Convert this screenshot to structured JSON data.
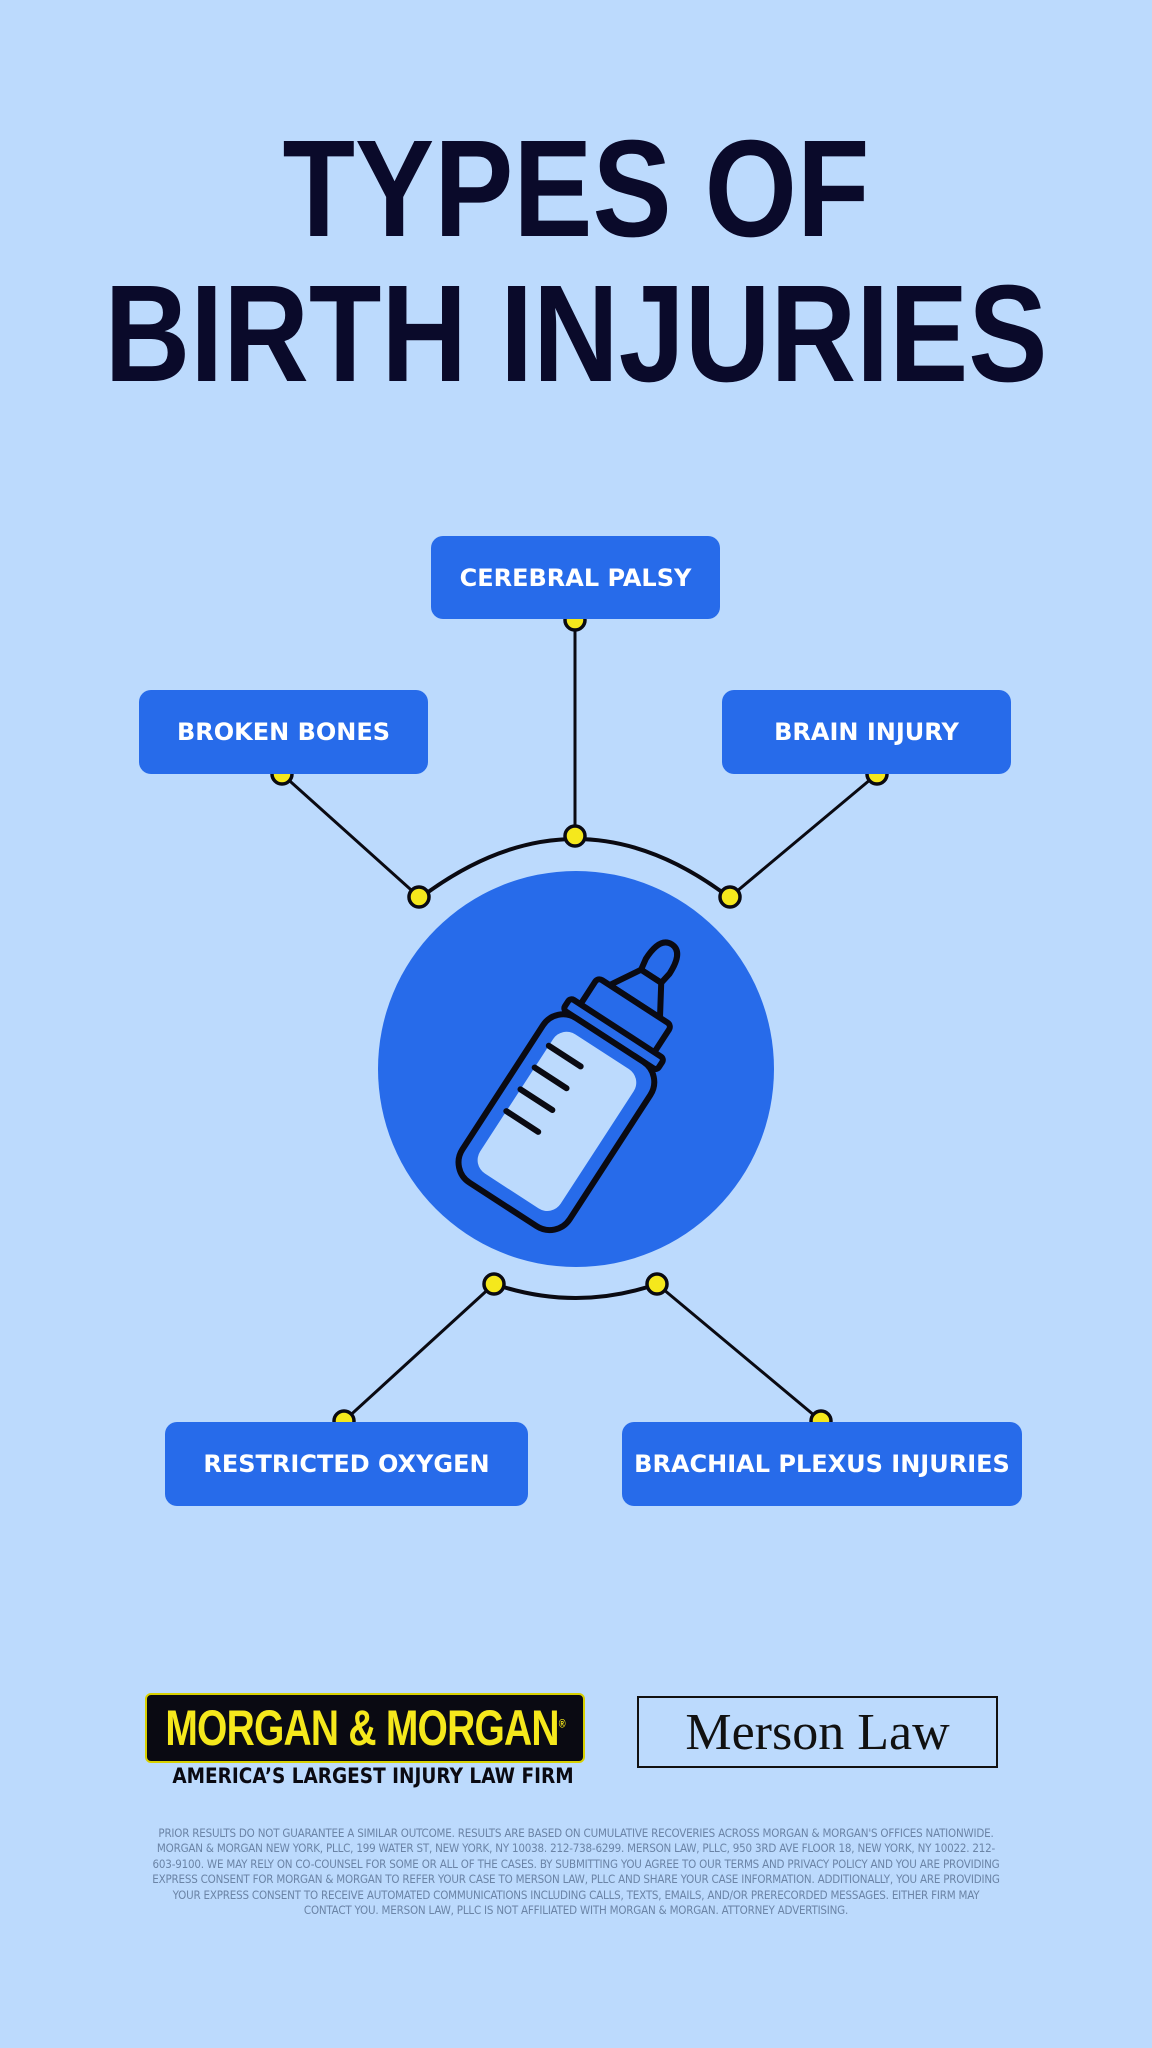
{
  "title": {
    "line1": "TYPES OF",
    "line2": "BIRTH INJURIES"
  },
  "diagram": {
    "center_icon": "baby-bottle-icon",
    "items": {
      "cerebral_palsy": "CEREBRAL PALSY",
      "broken_bones": "BROKEN BONES",
      "brain_injury": "BRAIN INJURY",
      "restricted_oxygen": "RESTRICTED OXYGEN",
      "brachial_plexus": "BRACHIAL PLEXUS INJURIES"
    }
  },
  "logos": {
    "morgan": {
      "name": "MORGAN & MORGAN",
      "registered_mark": "®",
      "tagline": "AMERICA’S LARGEST INJURY LAW FIRM"
    },
    "merson": {
      "name": "Merson Law"
    }
  },
  "disclaimer": "PRIOR RESULTS DO NOT GUARANTEE A SIMILAR OUTCOME. RESULTS ARE BASED ON CUMULATIVE RECOVERIES ACROSS MORGAN & MORGAN'S OFFICES NATIONWIDE. MORGAN & MORGAN NEW YORK, PLLC, 199 WATER ST, NEW YORK, NY 10038. 212-738-6299. MERSON LAW, PLLC, 950 3RD AVE FLOOR 18, NEW YORK, NY 10022. 212-603-9100. WE MAY RELY ON CO-COUNSEL FOR SOME OR ALL OF THE CASES. BY SUBMITTING YOU AGREE TO OUR TERMS AND PRIVACY POLICY AND YOU ARE PROVIDING EXPRESS CONSENT FOR MORGAN & MORGAN TO REFER YOUR CASE TO MERSON LAW, PLLC AND SHARE YOUR CASE INFORMATION. ADDITIONALLY, YOU ARE PROVIDING YOUR EXPRESS CONSENT TO RECEIVE AUTOMATED COMMUNICATIONS INCLUDING CALLS, TEXTS, EMAILS, AND/OR PRERECORDED MESSAGES. EITHER FIRM MAY CONTACT YOU. MERSON LAW, PLLC IS NOT AFFILIATED WITH MORGAN & MORGAN. ATTORNEY ADVERTISING.",
  "colors": {
    "background": "#bcdafd",
    "accent_blue": "#276bea",
    "node_yellow": "#f5e81c",
    "title_navy": "#0a0a2a"
  }
}
